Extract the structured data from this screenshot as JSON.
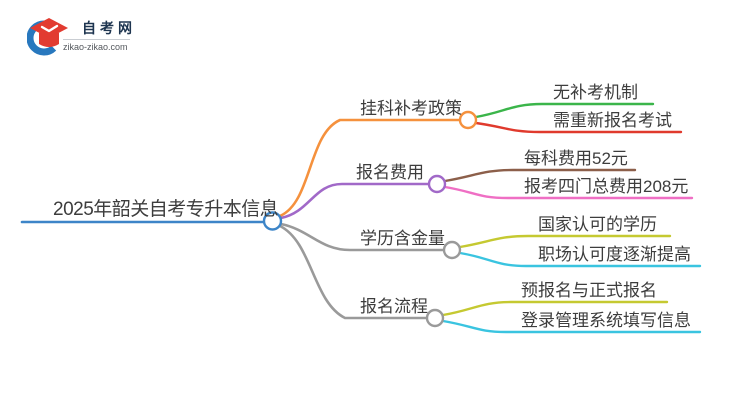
{
  "logo": {
    "site_name": "自考网",
    "site_url": "zikao-zikao.com",
    "icon_blue": "#2878be",
    "icon_red": "#e23b30"
  },
  "mindmap": {
    "root": {
      "label": "2025年韶关自考专升本信息",
      "color": "#3d85c8"
    },
    "branches": [
      {
        "label": "挂科补考政策",
        "color": "#f5913d",
        "children": [
          {
            "label": "无补考机制",
            "color": "#3bb54a"
          },
          {
            "label": "需重新报名考试",
            "color": "#e03a2d"
          }
        ]
      },
      {
        "label": "报名费用",
        "color": "#a169c8",
        "children": [
          {
            "label": "每科费用52元",
            "color": "#8c5f4a"
          },
          {
            "label": "报考四门总费用208元",
            "color": "#ef6fc4"
          }
        ]
      },
      {
        "label": "学历含金量",
        "color": "#9a9a9a",
        "children": [
          {
            "label": "国家认可的学历",
            "color": "#c5c931"
          },
          {
            "label": "职场认可度逐渐提高",
            "color": "#3ac4e0"
          }
        ]
      },
      {
        "label": "报名流程",
        "color": "#9a9a9a",
        "children": [
          {
            "label": "预报名与正式报名",
            "color": "#c5c931"
          },
          {
            "label": "登录管理系统填写信息",
            "color": "#3ac4e0"
          }
        ]
      }
    ]
  }
}
